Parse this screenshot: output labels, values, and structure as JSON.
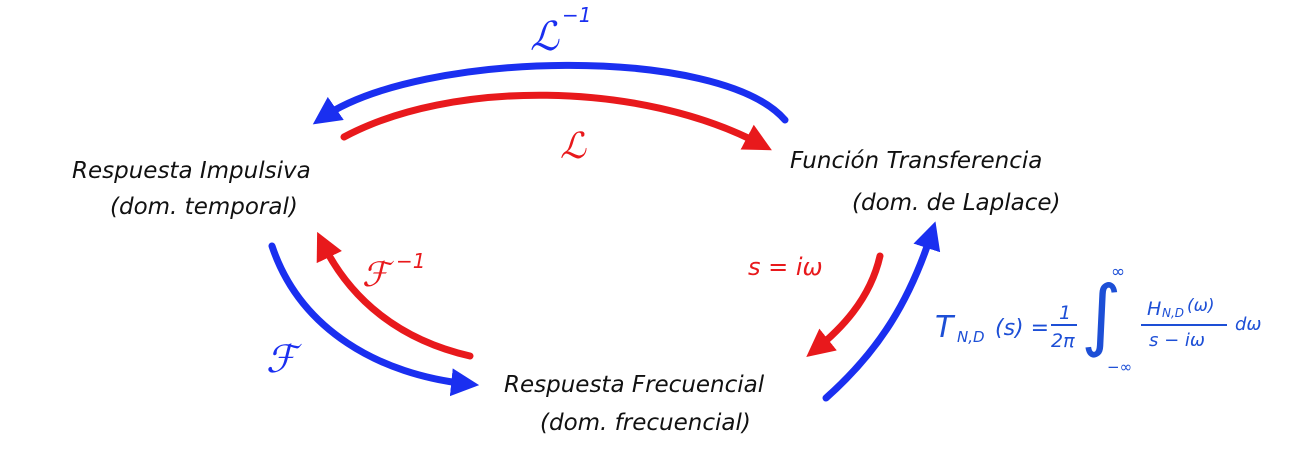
{
  "colors": {
    "blue": "#1a2ff0",
    "red": "#e8191c",
    "ink": "#111111",
    "formula": "#1d4fd6"
  },
  "nodes": {
    "impulse": {
      "title": "Respuesta Impulsiva",
      "subtitle": "(dom. temporal)"
    },
    "transfer": {
      "title": "Función Transferencia",
      "subtitle": "(dom. de Laplace)"
    },
    "frequency": {
      "title": "Respuesta Frecuencial",
      "subtitle": "(dom. frecuencial)"
    }
  },
  "edges": {
    "inverse_laplace": {
      "symbol": "ℒ",
      "exponent": "−1",
      "color": "blue",
      "from": "transfer",
      "to": "impulse"
    },
    "laplace": {
      "symbol": "ℒ",
      "color": "red",
      "from": "impulse",
      "to": "transfer"
    },
    "inverse_fourier": {
      "symbol": "ℱ",
      "exponent": "−1",
      "color": "red",
      "from": "frequency",
      "to": "impulse"
    },
    "fourier": {
      "symbol": "ℱ",
      "color": "blue",
      "from": "impulse",
      "to": "frequency"
    },
    "substitution": {
      "label": "s = iω",
      "color": "red",
      "from": "transfer",
      "to": "frequency"
    },
    "frequency_to_transfer": {
      "color": "blue",
      "from": "frequency",
      "to": "transfer"
    }
  },
  "formula": {
    "lhs": "T",
    "lhs_sub": "N,D",
    "lhs_arg": "(s) =",
    "frac_num": "1",
    "frac_den": "2π",
    "integral": "∫",
    "upper": "∞",
    "lower": "−∞",
    "integrand_num": "H",
    "integrand_num_sub": "N,D",
    "integrand_num_arg": "(ω)",
    "integrand_den": "s − iω",
    "differential": "dω"
  }
}
